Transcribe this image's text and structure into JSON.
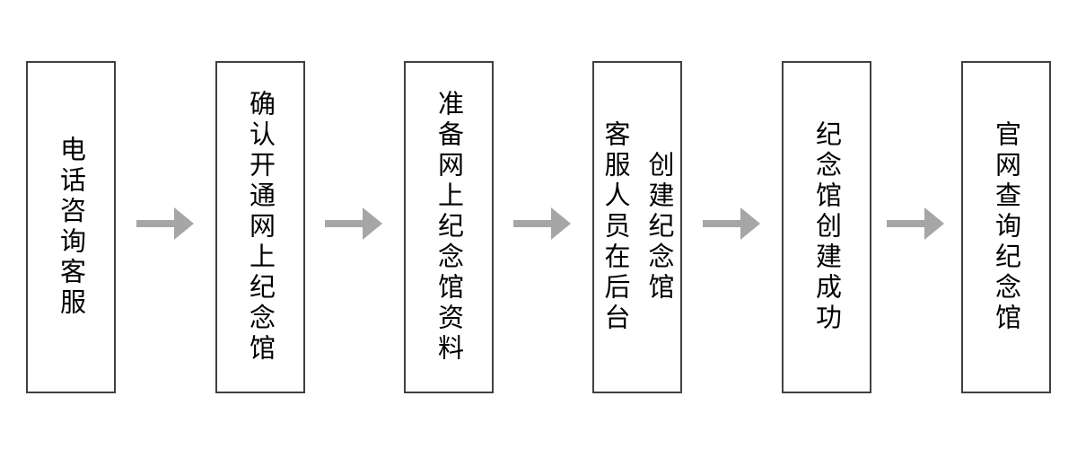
{
  "flow": {
    "type": "flowchart",
    "direction": "left-to-right",
    "steps": [
      {
        "lines": [
          "电话咨询客服"
        ]
      },
      {
        "lines": [
          "确认开通网上纪念馆"
        ]
      },
      {
        "lines": [
          "准备网上纪念馆资料"
        ]
      },
      {
        "lines": [
          "客服人员在后台",
          "创建纪念馆"
        ]
      },
      {
        "lines": [
          "纪念馆创建成功"
        ]
      },
      {
        "lines": [
          "官网查询纪念馆"
        ]
      }
    ],
    "colors": {
      "box_border": "#404040",
      "box_fill": "#ffffff",
      "text": "#000000",
      "arrow": "#a6a6a6",
      "background": "#ffffff"
    }
  }
}
